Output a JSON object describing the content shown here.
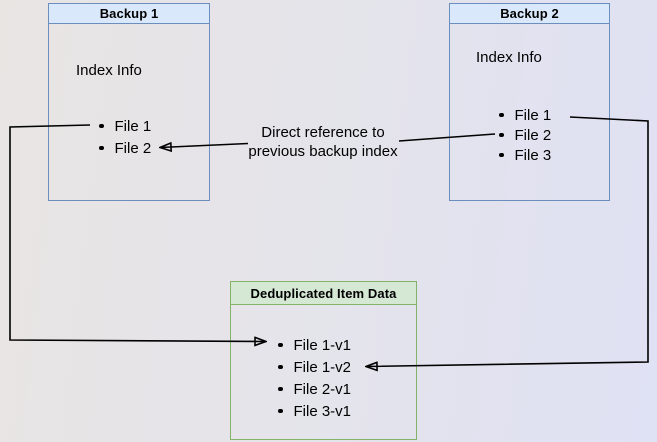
{
  "canvas": {
    "bg_gradient_from": "#e8e5e3",
    "bg_gradient_mid": "#e5e4ea",
    "bg_gradient_to": "#dfe1f4"
  },
  "backup1": {
    "title": "Backup 1",
    "subtitle": "Index Info",
    "items": [
      "File 1",
      "File 2"
    ],
    "header_fill": "#dae8fc",
    "border_color": "#6c8ebf"
  },
  "backup2": {
    "title": "Backup 2",
    "subtitle": "Index Info",
    "items": [
      "File 1",
      "File 2",
      "File 3"
    ],
    "header_fill": "#dae8fc",
    "border_color": "#6c8ebf"
  },
  "dedup": {
    "title": "Deduplicated Item Data",
    "items": [
      "File 1-v1",
      "File 1-v2",
      "File 2-v1",
      "File 3-v1"
    ],
    "header_fill": "#d5e8d4",
    "border_color": "#82b366"
  },
  "edge_label": {
    "line1": "Direct reference to",
    "line2": "previous backup index"
  },
  "edge_color": "#000000"
}
